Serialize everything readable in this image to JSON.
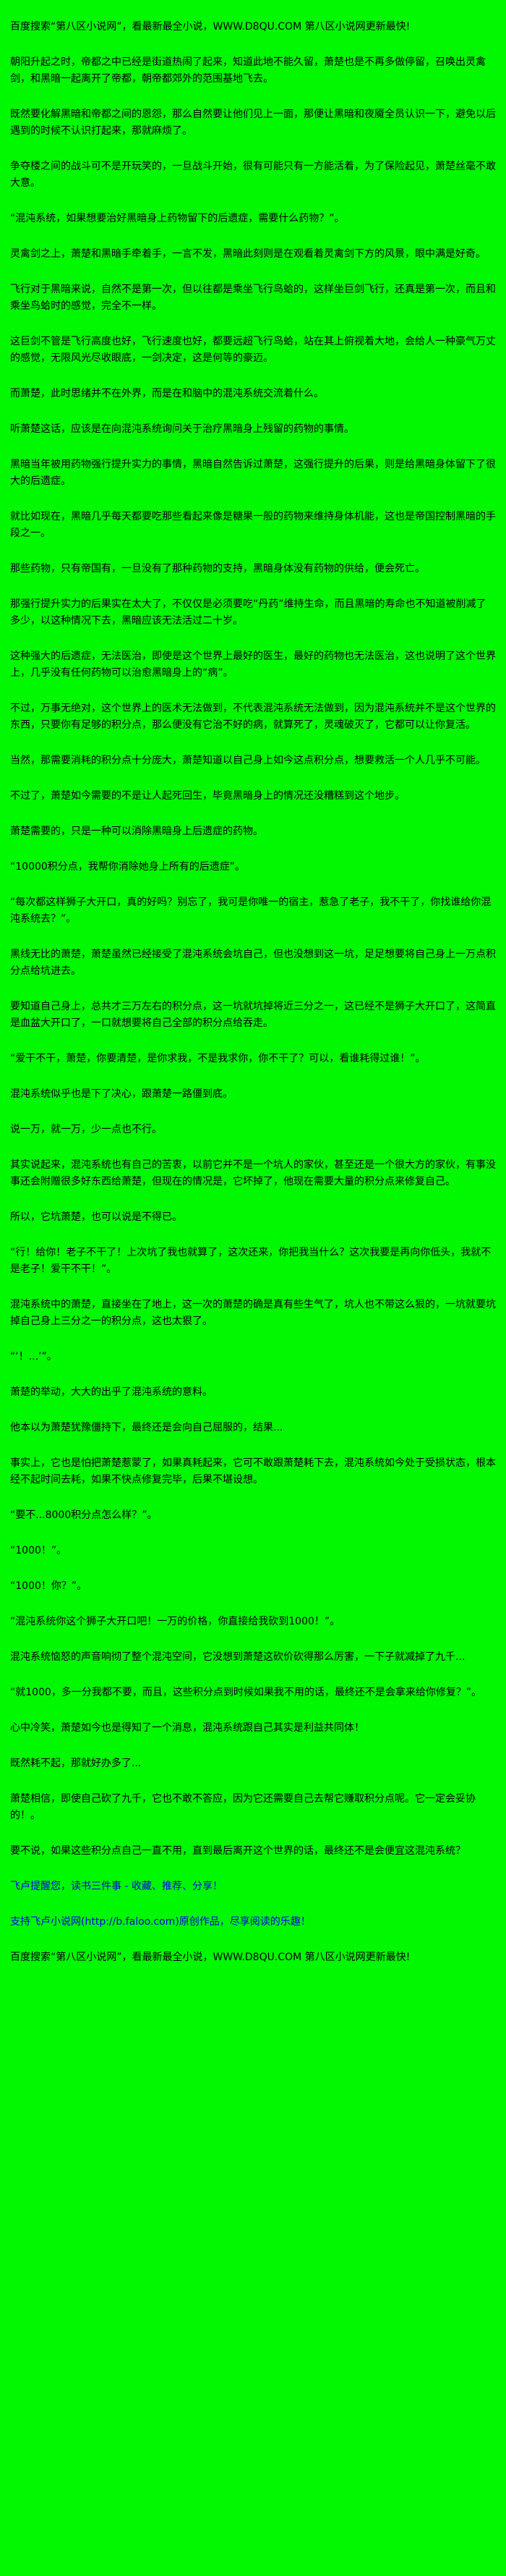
{
  "colors": {
    "background": "#00F800",
    "text": "#000000",
    "link": "#0000EE"
  },
  "page": {
    "top_line": "百度搜索“第八区小说网”，看最新最全小说，WWW.D8QU.COM 第八区小说网更新最快!"
  },
  "content": {
    "paragraphs": [
      "朝阳升起之时，帝都之中已经是街道热闹了起来，知道此地不能久留，萧楚也是不再多做停留，召唤出灵禽剑，和黑暗一起离开了帝都，朝帝都郊外的范围基地飞去。",
      "既然要化解黑暗和帝都之间的恩怨，那么自然要让他们见上一面，那便让黑暗和夜魇全员认识一下，避免以后遇到的时候不认识打起来，那就麻烦了。",
      "争夺楼之间的战斗可不是开玩笑的，一旦战斗开始，很有可能只有一方能活着，为了保险起见，萧楚丝毫不敢大意。",
      "“混沌系统，如果想要治好黑暗身上药物留下的后遗症，需要什么药物？”。",
      "灵禽剑之上，萧楚和黑暗手牵着手，一言不发，黑暗此刻则是在观看着灵禽剑下方的风景，眼中满是好奇。",
      "飞行对于黑暗来说，自然不是第一次，但以往都是乘坐飞行鸟蛤的，这样坐巨剑飞行，还真是第一次，而且和乘坐鸟蛤时的感觉，完全不一样。",
      "这巨剑不管是飞行高度也好，飞行速度也好，都要远超飞行鸟蛤，站在其上俯视着大地，会给人一种豪气万丈的感觉，无限风光尽收眼底，一剑决定，这是何等的豪迈。",
      "而萧楚，此时思绪并不在外界，而是在和脑中的混沌系统交流着什么。",
      "听萧楚这话，应该是在向混沌系统询问关于治疗黑暗身上残留的药物的事情。",
      "黑暗当年被用药物强行提升实力的事情，黑暗自然告诉过萧楚，这强行提升的后果，则是给黑暗身体留下了很大的后遗症。",
      "就比如现在，黑暗几乎每天都要吃那些看起来像是糖果一般的药物来维持身体机能，这也是帝国控制黑暗的手段之一。",
      "那些药物，只有帝国有，一旦没有了那种药物的支持，黑暗身体没有药物的供给，便会死亡。",
      "那强行提升实力的后果实在太大了，不仅仅是必须要吃“丹药”维持生命，而且黑暗的寿命也不知道被削减了多少，以这种情况下去，黑暗应该无法活过二十岁。",
      "这种强大的后遗症，无法医治，即使是这个世界上最好的医生，最好的药物也无法医治，这也说明了这个世界上，几乎没有任何药物可以治愈黑暗身上的“病”。",
      "不过，万事无绝对，这个世界上的医术无法做到，不代表混沌系统无法做到，因为混沌系统并不是这个世界的东西，只要你有足够的积分点，那么便没有它治不好的病，就算死了，灵魂破灭了，它都可以让你复活。",
      "当然，那需要消耗的积分点十分庞大，萧楚知道以自己身上如今这点积分点，想要救活一个人几乎不可能。",
      "不过了，萧楚如今需要的不是让人起死回生，毕竟黑暗身上的情况还没糟糕到这个地步。",
      "萧楚需要的，只是一种可以消除黑暗身上后遗症的药物。",
      "“10000积分点，我帮你消除她身上所有的后遗症”。",
      "“每次都这样狮子大开口，真的好吗？别忘了，我可是你唯一的宿主，惹急了老子，我不干了，你找谁给你混沌系统去？”。",
      "黑线无比的萧楚，萧楚虽然已经接受了混沌系统会坑自己，但也没想到这一坑，足足想要将自己身上一万点积分点给坑进去。",
      "要知道自己身上，总共才三万左右的积分点，这一坑就坑掉将近三分之一，这已经不是狮子大开口了，这简直是血盆大开口了，一口就想要将自己全部的积分点给吞走。",
      "“爱干不干，萧楚，你要清楚，是你求我，不是我求你，你不干了？可以，看谁耗得过谁！”。",
      "混沌系统似乎也是下了决心，跟萧楚一路僵到底。",
      "说一万，就一万，少一点也不行。",
      "其实说起来，混沌系统也有自己的苦衷，以前它并不是一个坑人的家伙，甚至还是一个很大方的家伙，有事没事还会附赠很多好东西给萧楚，但现在的情况是，它坏掉了，他现在需要大量的积分点来修复自己。",
      "所以，它坑萧楚，也可以说是不得已。",
      "“行！给你！老子不干了！上次坑了我也就算了，这次还来，你把我当什么？这次我要是再向你低头，我就不是老子！爱干不干！”。",
      "混沌系统中的萧楚，直接坐在了地上，这一次的萧楚的确是真有些生气了，坑人也不带这么狠的，一坑就要坑掉自己身上三分之一的积分点，这也太狠了。",
      "“‘！...’”。",
      "萧楚的举动，大大的出乎了混沌系统的意料。",
      "他本以为萧楚犹豫僵持下，最终还是会向自己屈服的，结果...",
      "事实上，它也是怕把萧楚惹蒙了，如果真耗起来，它可不敢跟萧楚耗下去，混沌系统如今处于受损状态，根本经不起时间去耗，如果不快点修复完毕，后果不堪设想。",
      "“要不...8000积分点怎么样？”。",
      "“1000！”。",
      "“1000！你？”。",
      "“混沌系统你这个狮子大开口吧！一万的价格，你直接给我砍到1000！”。",
      "混沌系统恼怒的声音响彻了整个混沌空间，它没想到萧楚这砍价砍得那么厉害，一下子就减掉了九千...",
      "“就1000，多一分我都不要，而且，这些积分点到时候如果我不用的话，最终还不是会拿来给你修复？”。",
      "心中冷笑，萧楚如今也是得知了一个消息，混沌系统跟自己其实是利益共同体！",
      "既然耗不起，那就好办多了...",
      "萧楚相信，即使自己砍了九千，它也不敢不答应，因为它还需要自己去帮它赚取积分点呢。它一定会妥协的！。",
      "要不说，如果这些积分点自己一直不用，直到最后离开这个世界的话，最终还不是会便宜这混沌系统？"
    ]
  },
  "footer": {
    "reminder": "飞卢提醒您，读书三件事 - 收藏、推荐、分享！",
    "support": "支持飞卢小说网(http://b.faloo.com)原创作品，尽享阅读的乐趣！",
    "bottom_line": "百度搜索“第八区小说网”，看最新最全小说，WWW.D8QU.COM 第八区小说网更新最快!"
  }
}
